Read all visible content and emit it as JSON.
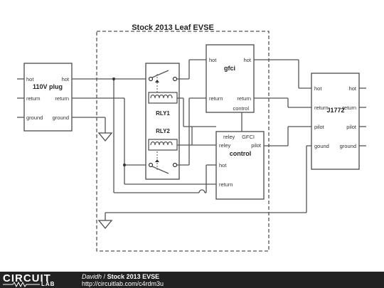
{
  "title": "Stock 2013 Leaf EVSE",
  "plug": {
    "name": "110V plug",
    "left": [
      "hot",
      "return",
      "ground"
    ],
    "right": [
      "hot",
      "return",
      "ground"
    ]
  },
  "relays": {
    "rly1": "RLY1",
    "rly2": "RLY2"
  },
  "gfci": {
    "name": "gfci",
    "hot_left": "hot",
    "hot_right": "hot",
    "return_left": "return",
    "return_right": "return",
    "control": "control"
  },
  "control": {
    "name": "control",
    "releyA": "reley",
    "gfci": "GFCI",
    "releyB": "reley",
    "pilot": "pilot",
    "hot": "hot",
    "return": "return"
  },
  "j1772": {
    "name": "J1772",
    "left": [
      "hot",
      "return",
      "pilot",
      "gound"
    ],
    "right": [
      "hot",
      "return",
      "pilot",
      "ground"
    ]
  },
  "footer": {
    "logo_main": "CIRCUIT",
    "logo_sub": "LAB",
    "author": "Davidh",
    "separator": "/",
    "circuit_name": "Stock 2013 EVSE",
    "url": "http://circuitlab.com/c4rdm3u"
  }
}
